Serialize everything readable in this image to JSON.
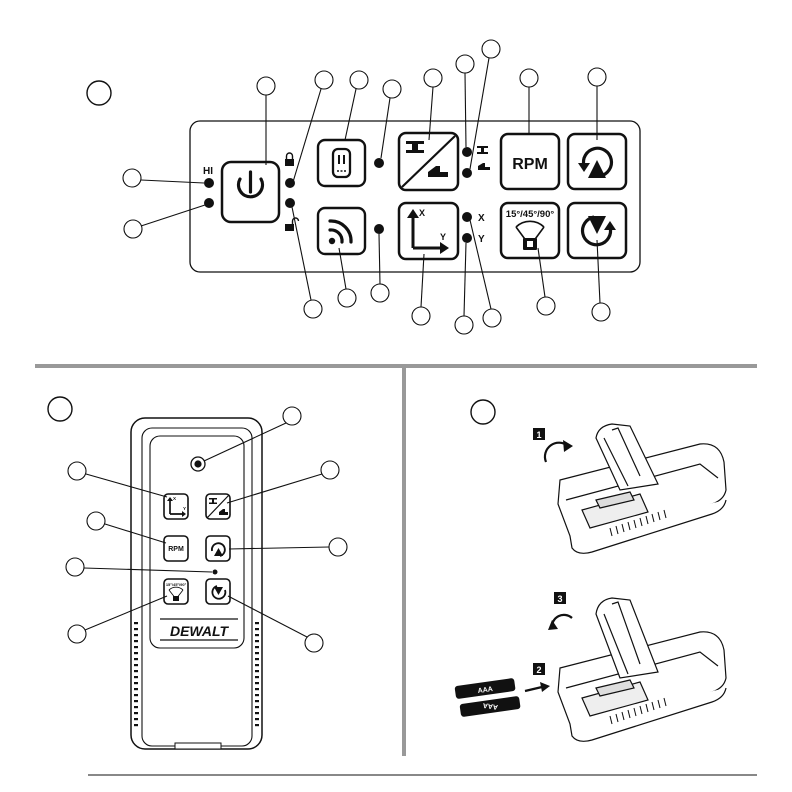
{
  "control_panel": {
    "hi_label": "HI",
    "rpm_label": "RPM",
    "angle_label": "15°/45°/90°",
    "x_label": "X",
    "y_label": "Y"
  },
  "remote": {
    "rpm_label": "RPM",
    "angle_label": "15°/45°/90°",
    "brand": "DEWALT",
    "x_label": "X",
    "y_label": "Y"
  },
  "battery": {
    "step1": "1",
    "step2": "2",
    "step3": "3",
    "battery_text": "AAA"
  },
  "colors": {
    "ink": "#111111",
    "divider": "#999999",
    "body": "#ffffff"
  }
}
